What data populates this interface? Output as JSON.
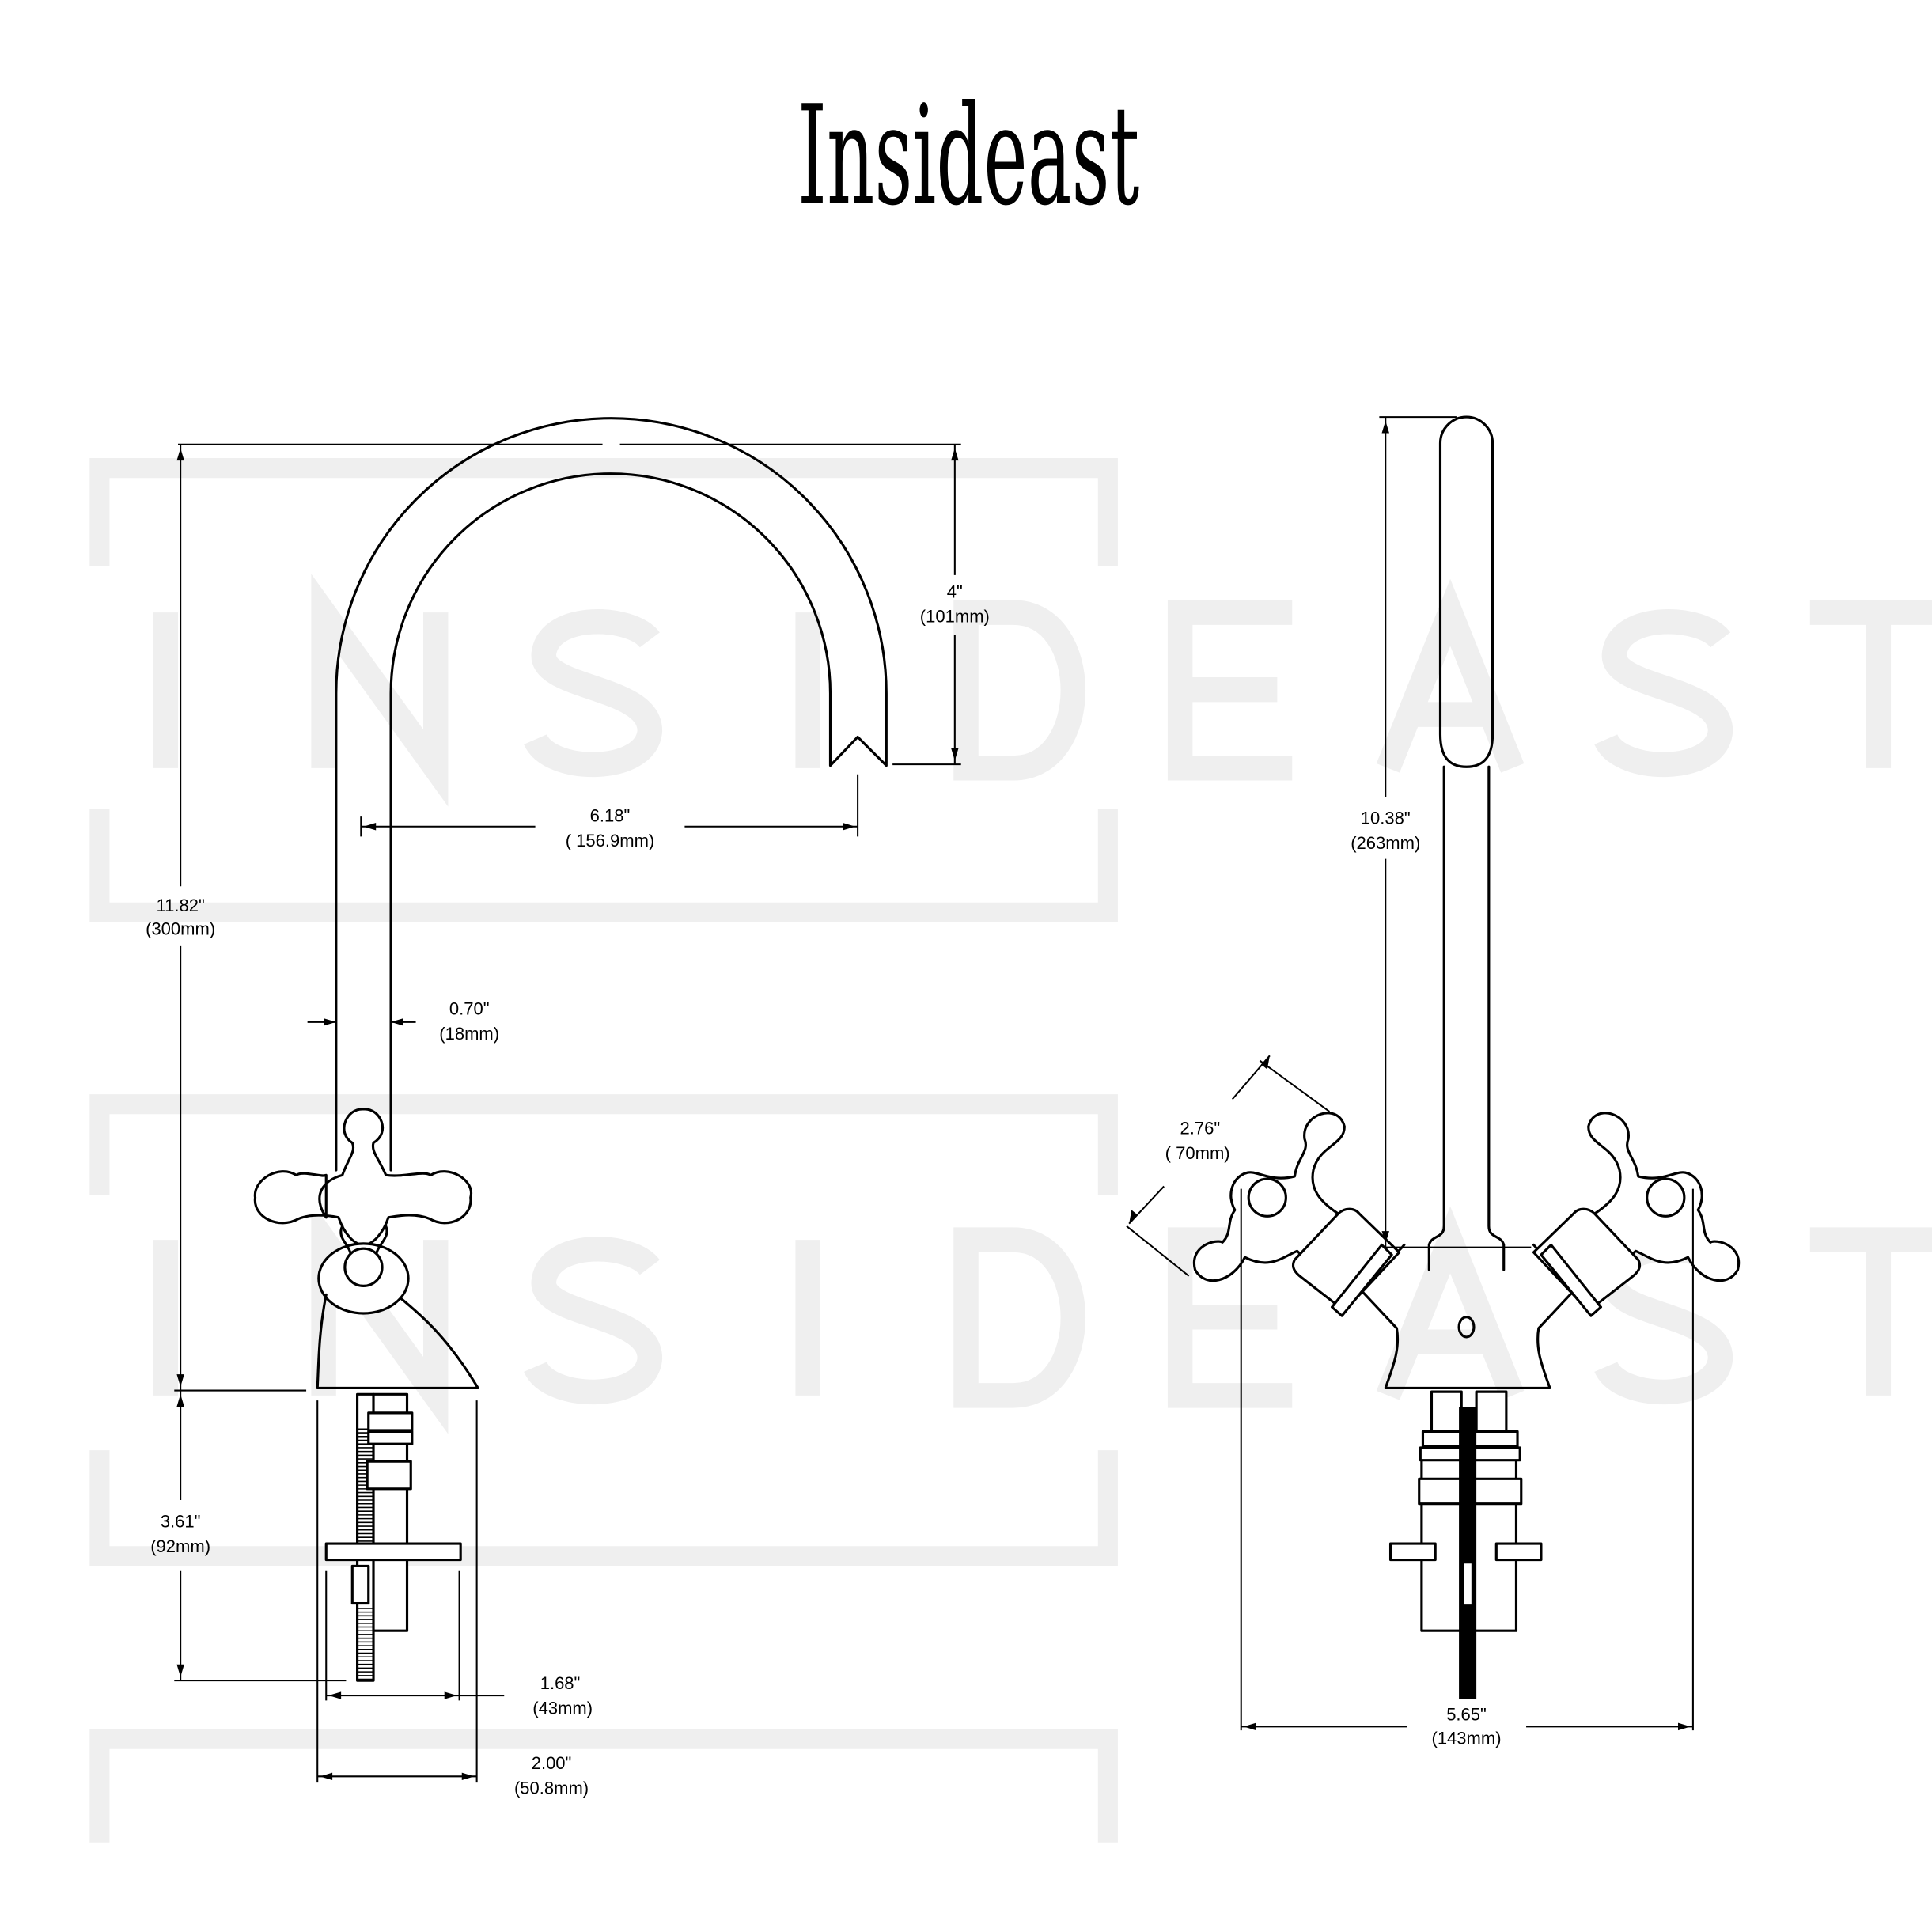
{
  "logo": {
    "text": "Insideast"
  },
  "watermark": {
    "text": "INSIDEAST",
    "letters": [
      "I",
      "N",
      "S",
      "I",
      "D",
      "E",
      "A",
      "S",
      "T"
    ],
    "color": "#efefef"
  },
  "side_view": {
    "dims": {
      "overall_width": {
        "in": "",
        "mm": ""
      },
      "height_total": {
        "in": "11.82\"",
        "mm": "(300mm)"
      },
      "spout_drop": {
        "in": "4\"",
        "mm": "(101mm)"
      },
      "spout_reach": {
        "in": "6.18\"",
        "mm": "( 156.9mm)"
      },
      "spout_diameter": {
        "in": "0.70\"",
        "mm": "(18mm)"
      },
      "shank_length": {
        "in": "3.61\"",
        "mm": "(92mm)"
      },
      "plate_width": {
        "in": "1.68\"",
        "mm": "(43mm)"
      },
      "base_width": {
        "in": "2.00\"",
        "mm": "(50.8mm)"
      }
    }
  },
  "front_view": {
    "dims": {
      "spout_height": {
        "in": "10.38\"",
        "mm": "(263mm)"
      },
      "handle_span": {
        "in": "2.76\"",
        "mm": "( 70mm)"
      },
      "overall_width": {
        "in": "5.65\"",
        "mm": "(143mm)"
      }
    }
  }
}
